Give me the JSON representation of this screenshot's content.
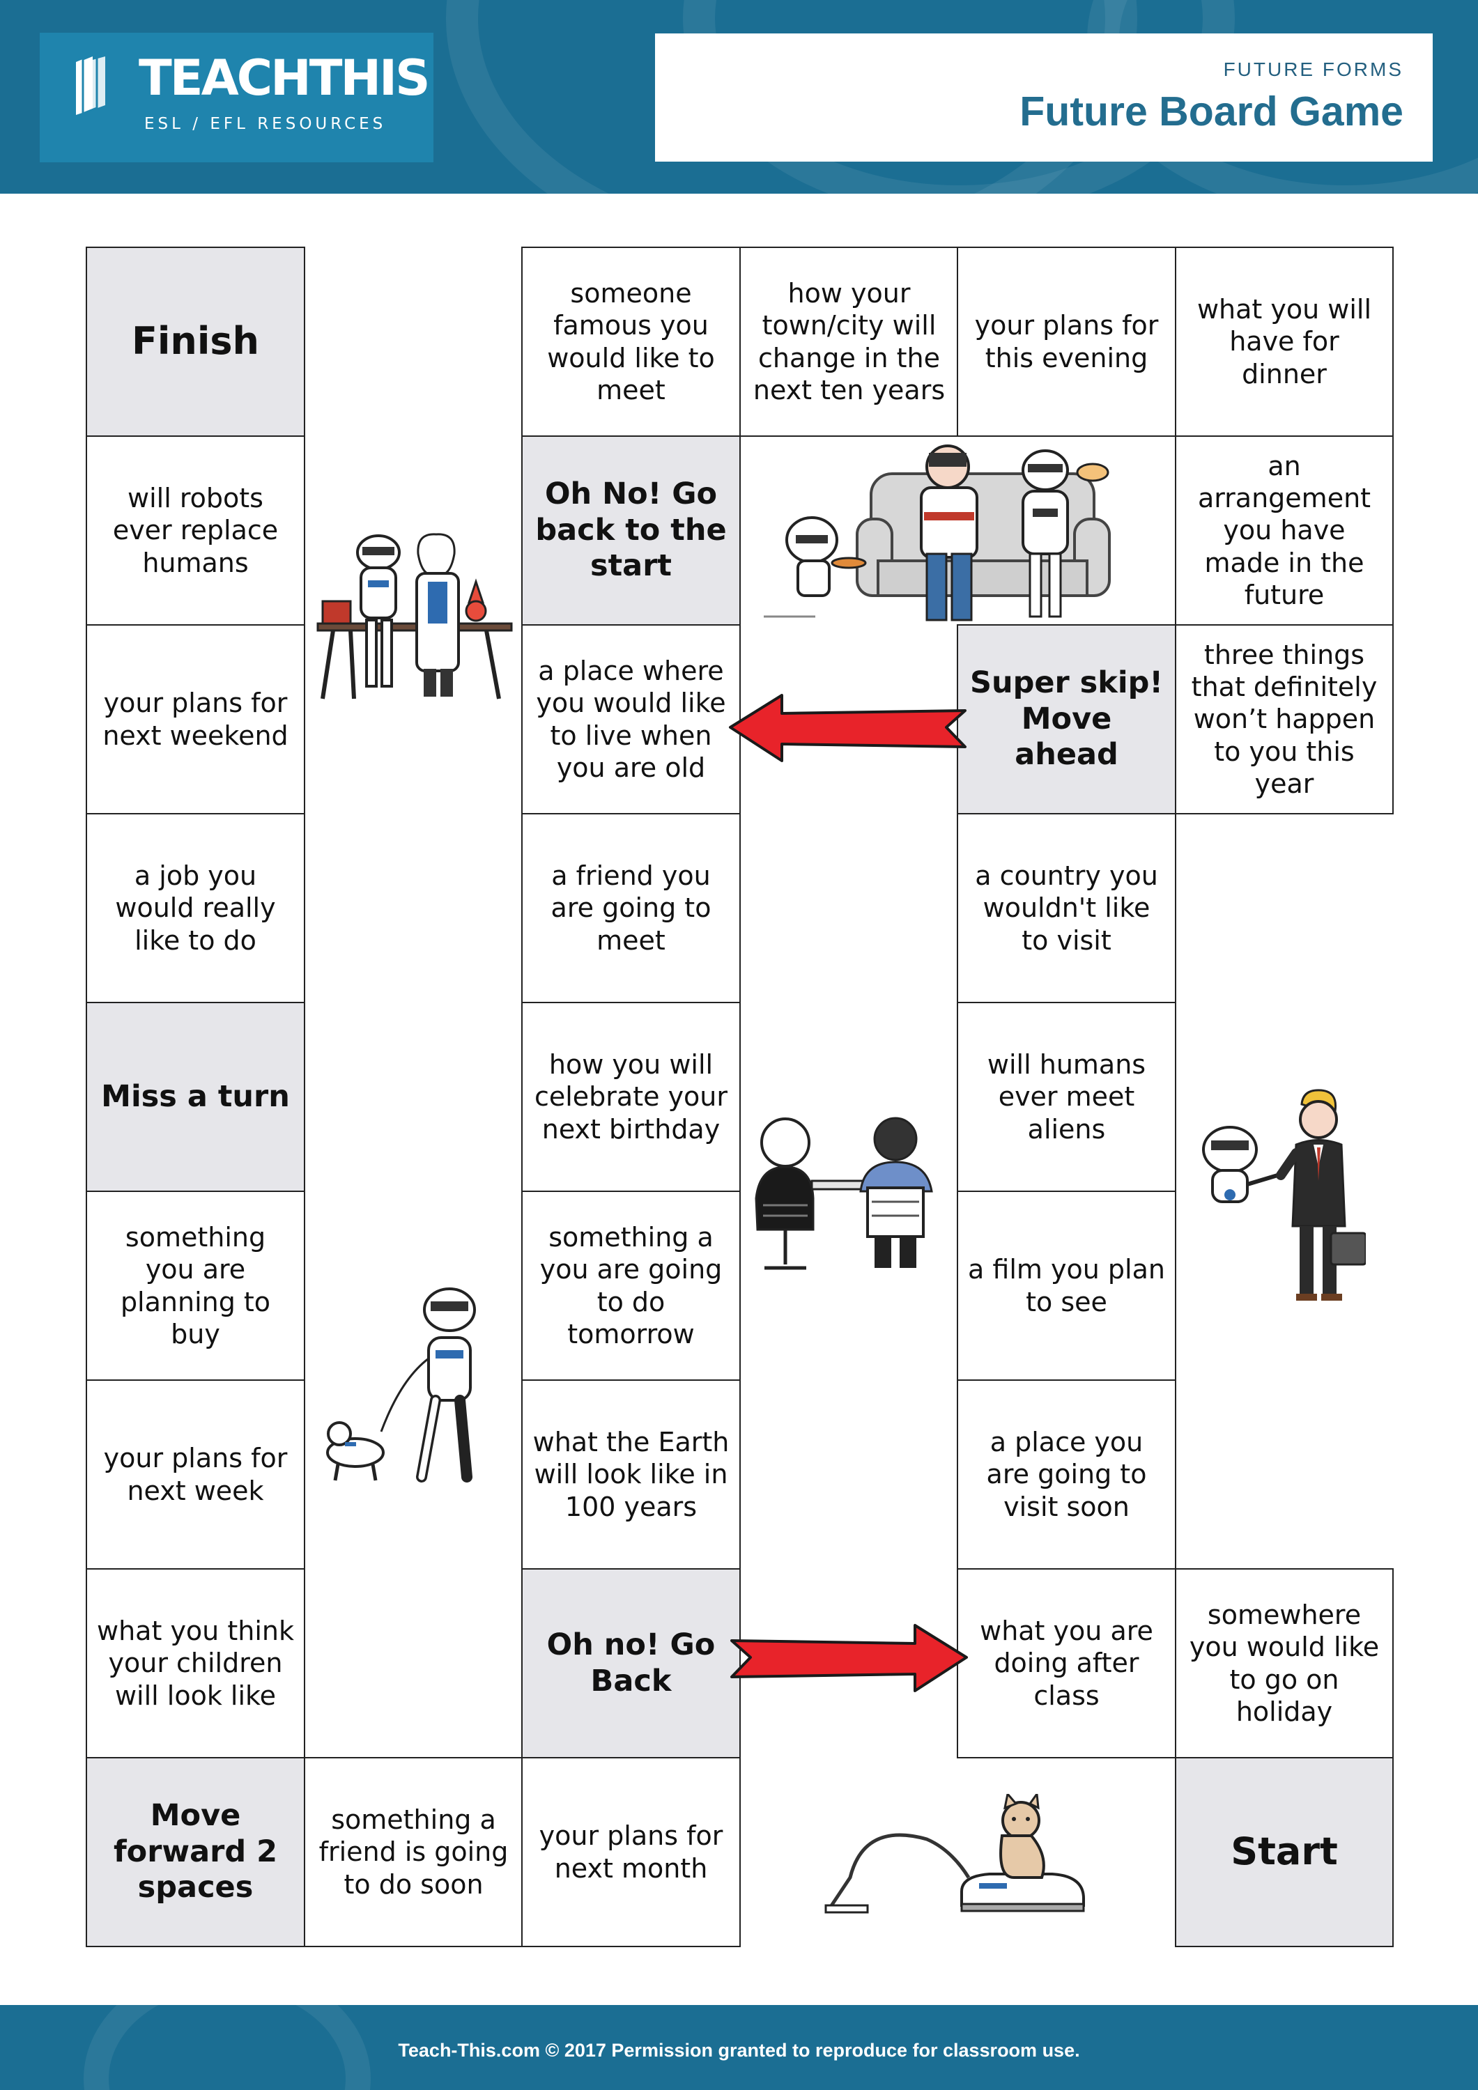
{
  "header": {
    "logo_text": "TEACHTHIS",
    "logo_subtitle": "ESL / EFL RESOURCES",
    "category": "FUTURE FORMS",
    "title": "Future Board Game"
  },
  "board": {
    "c1": [
      "Finish",
      "will robots ever replace humans",
      "your plans for next weekend",
      "a job you would really like to do",
      "Miss a turn",
      "something you are planning to buy",
      "your plans for next week",
      "what you think your children will look like",
      "Move forward 2 spaces"
    ],
    "c2": [
      "something a friend is going to do soon"
    ],
    "c3": [
      "someone famous you would like to meet",
      "Oh No! Go back to the start",
      "a place where you would like to live when you are old",
      "a friend you are going to meet",
      "how you will celebrate your next birthday",
      "something a you are going to do tomorrow",
      "what the Earth will look like in 100 years",
      "Oh no! Go Back",
      "your plans for next month"
    ],
    "c4": [
      "how your town/city will change in the next ten years"
    ],
    "c5": [
      "your plans for this evening",
      "Super skip! Move ahead",
      "a country you wouldn't like to visit",
      "will humans ever meet aliens",
      "a film you plan to see",
      "a place you are going to visit soon",
      "what you are doing after class"
    ],
    "c6": [
      "what you will have for dinner",
      "an arrangement you have made in the future",
      "three things that definitely won’t happen to you this year",
      "somewhere you would like to go on holiday",
      "Start"
    ]
  },
  "footer": {
    "text": "Teach-This.com © 2017 Permission granted to reproduce for classroom use."
  }
}
